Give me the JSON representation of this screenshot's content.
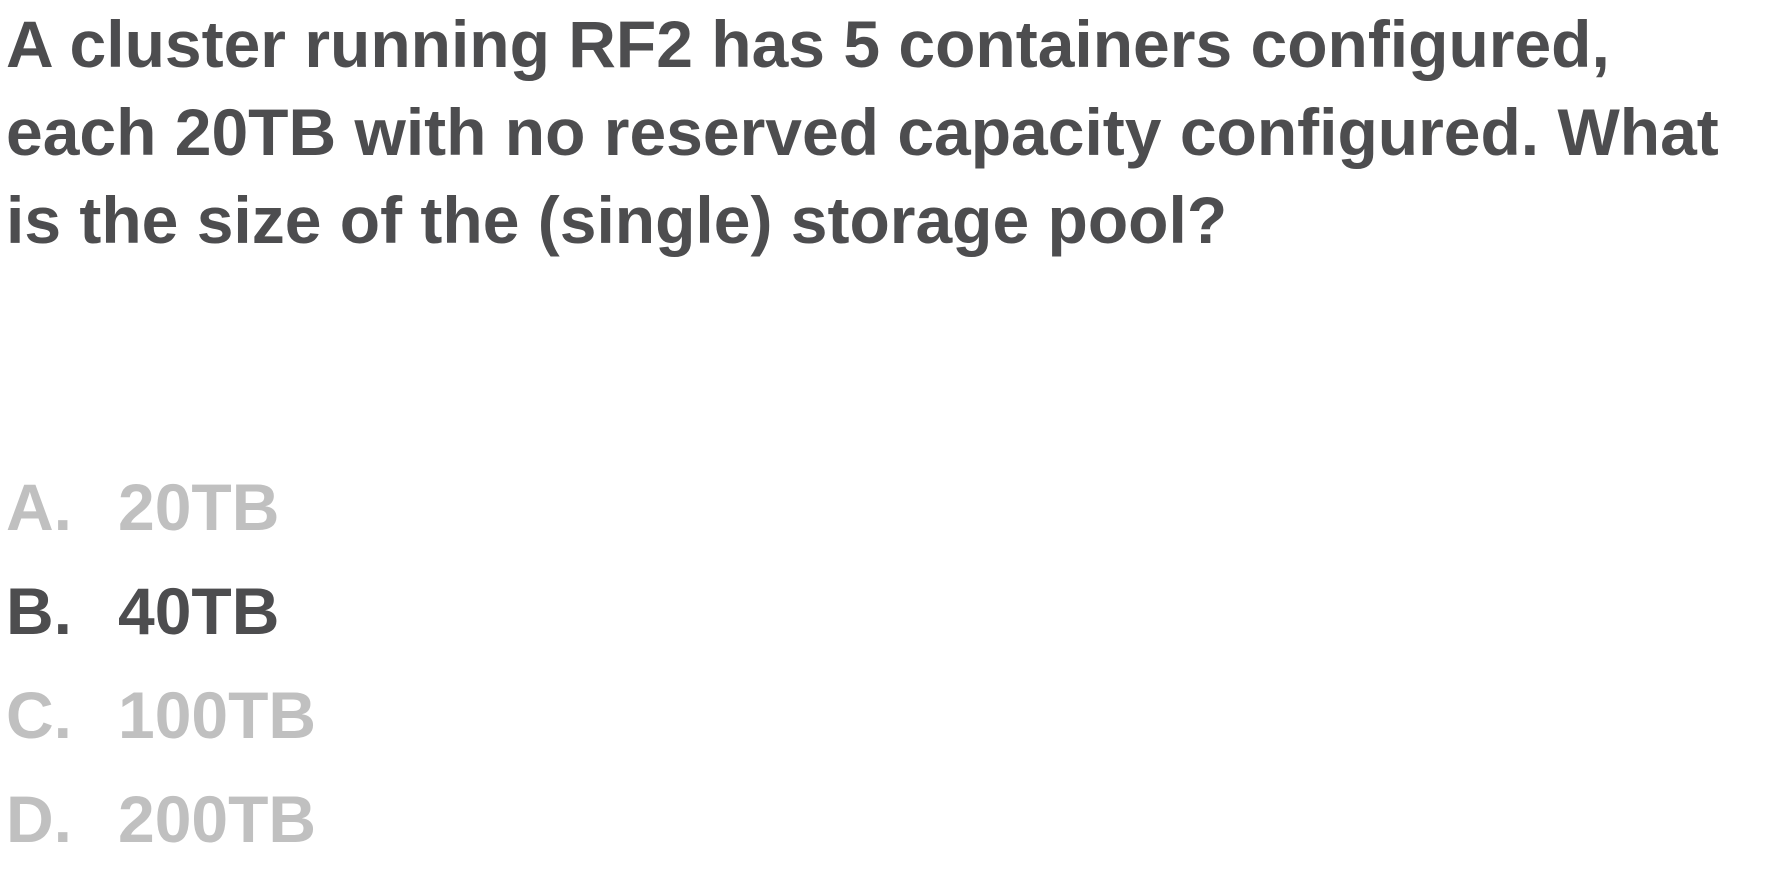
{
  "question": {
    "text": "A cluster running RF2 has 5 containers configured, each 20TB with no reserved capacity configured. What is the size of the (single) storage pool?"
  },
  "options": [
    {
      "letter": "A.",
      "value": "20TB",
      "selected": false
    },
    {
      "letter": "B.",
      "value": "40TB",
      "selected": true
    },
    {
      "letter": "C.",
      "value": "100TB",
      "selected": false
    },
    {
      "letter": "D.",
      "value": "200TB",
      "selected": false
    }
  ],
  "colors": {
    "text_dark": "#4d4d4f",
    "text_faded": "#c0c0c0",
    "background": "#ffffff"
  }
}
